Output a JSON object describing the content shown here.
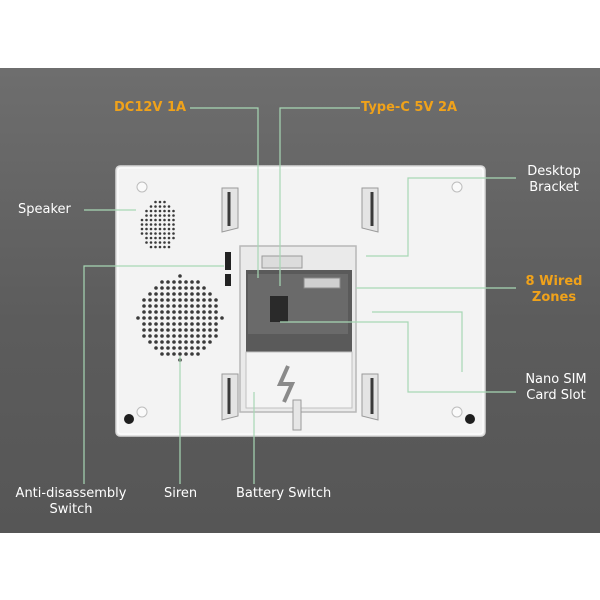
{
  "colors": {
    "background": "#5f5f5f",
    "device_body": "#f2f2f2",
    "label_white": "#ffffff",
    "label_orange": "#f0a21a",
    "leader_line": "#a7d7b4"
  },
  "labels": {
    "dc_power": "DC12V 1A",
    "type_c": "Type-C 5V 2A",
    "speaker": "Speaker",
    "desktop_bracket": "Desktop\nBracket",
    "wired_zones": "8 Wired\nZones",
    "sim_slot": "Nano SIM\nCard Slot",
    "anti_disassembly": "Anti-disassembly\nSwitch",
    "siren": "Siren",
    "battery_switch": "Battery Switch"
  }
}
